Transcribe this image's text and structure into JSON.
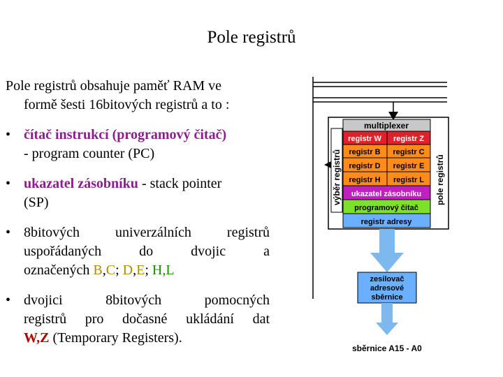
{
  "title": "Pole registrů",
  "intro": {
    "line1": "Pole registrů obsahuje paměť RAM ve",
    "line2": "formě šesti 16bitových registrů a to :"
  },
  "bullets": {
    "b1": {
      "highlight": "čítač instrukcí (programový čitač)",
      "rest": "- program counter (PC)"
    },
    "b2": {
      "highlight": "ukazatel zásobníku",
      "rest1": " - stack pointer",
      "rest2": "(SP)"
    },
    "b3": {
      "line1": "8bitových univerzálních registrů",
      "line2": "uspořádaných do dvojic a",
      "line3_pre": "označených ",
      "b": "B",
      "c": "C",
      "d": "D",
      "e": "E",
      "hl": "H,L",
      "sep": ";",
      "comma": ","
    },
    "b4": {
      "line1": "dvojici 8bitových pomocných",
      "line2": "registrů pro dočasné ukládání dat",
      "wz": "W,Z",
      "line3_rest": " (Temporary Registers)."
    }
  },
  "diagram": {
    "multiplexer": "multiplexer",
    "reg_w": "registr W",
    "reg_z": "registr Z",
    "reg_b": "registr B",
    "reg_c": "registr C",
    "reg_d": "registr D",
    "reg_e": "registr E",
    "reg_h": "registr H",
    "reg_l": "registr L",
    "stack_pointer": "ukazatel zásobníku",
    "program_counter": "programový čitač",
    "address_register": "registr adresy",
    "left_label": "výběr registrů",
    "right_label": "pole registrů",
    "amplifier_1": "zesilovač",
    "amplifier_2": "adresové",
    "amplifier_3": "sběrnice",
    "bus_label": "sběrnice A15 - A0",
    "colors": {
      "multiplexer": "#c8c8c8",
      "wz": "#e0202a",
      "bcdehl": "#ff8c1a",
      "sp": "#c020c0",
      "pc": "#7de02a",
      "addr": "#6ab0ff",
      "arrow": "#7db8ee"
    }
  }
}
